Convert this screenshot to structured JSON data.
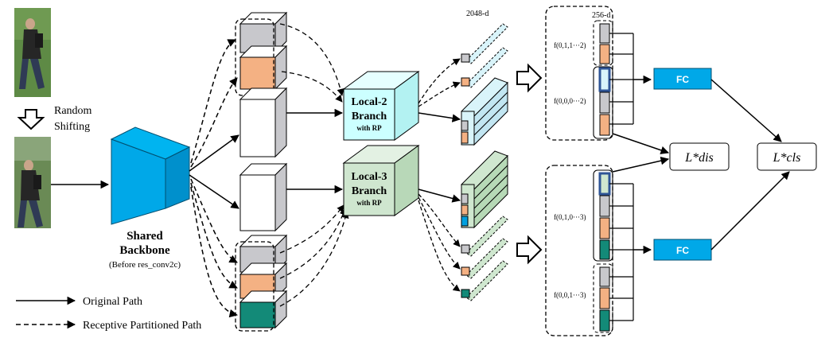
{
  "labels": {
    "random_shifting_line1": "Random",
    "random_shifting_line2": "Shifting",
    "backbone_line1": "Shared",
    "backbone_line2": "Backbone",
    "backbone_note": "(Before res_conv2c)",
    "local2_line1": "Local-2",
    "local2_line2": "Branch",
    "local2_sub": "with RP",
    "local3_line1": "Local-3",
    "local3_line2": "Branch",
    "local3_sub": "with RP",
    "dim_2048": "2048-d",
    "dim_256": "256-d",
    "f_0112": "f(0,1,1···2)",
    "f_0002": "f(0,0,0···2)",
    "f_0103": "f(0,1,0···3)",
    "f_0013": "f(0,0,1···3)",
    "fc_top": "FC",
    "fc_bottom": "FC",
    "loss_dis": "L*dis",
    "loss_cls": "L*cls"
  },
  "legend": {
    "original_path": "Original Path",
    "rp_path": "Receptive Partitioned Path"
  },
  "colors": {
    "backbone_blue": "#00a8e8",
    "local2_cyan": "#ccffff",
    "local3_green": "#cfe6cf",
    "fc_blue": "#00a8e8",
    "slice_gray": "#c8c8cc",
    "slice_orange": "#f4b183",
    "slice_teal": "#138a78",
    "slice_lightgreen": "#cfe7cf",
    "slice_lightcyan": "#d9f4fa",
    "slice_blue": "#00a0e0",
    "highlight_border": "#2f5596"
  },
  "icons": {
    "down_arrow": "hollow-down-arrow-icon",
    "right_arrow": "hollow-right-arrow-icon",
    "person_top": "pedestrian-image",
    "person_bottom": "pedestrian-image-shifted"
  }
}
